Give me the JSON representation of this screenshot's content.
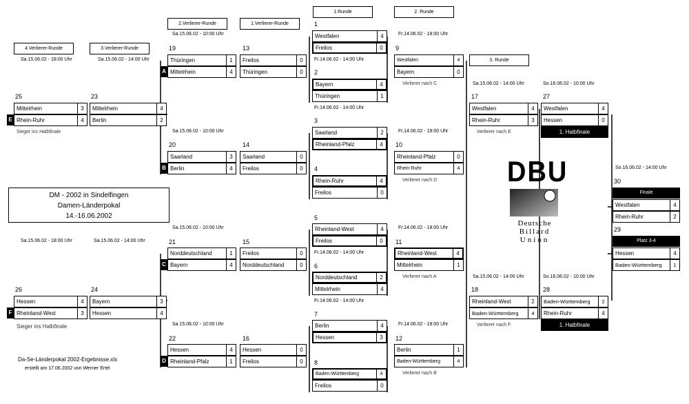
{
  "labels": {
    "r1": "1.Runde",
    "r2": "2. Runde",
    "r3": "3. Runde",
    "v1": "1.Verlierer-Runde",
    "v2": "2.Verlierer-Runde",
    "v3": "3.Verlierer-Runde",
    "v4": "4.Verlierer-Runde"
  },
  "dates": {
    "d1": "Sa.15.06.02 - 18:00 Uhr",
    "d2": "Sa.15.06.02 - 14:00 Uhr",
    "d3": "Sa.15.06.02 - 10:00 Uhr",
    "d4": "Fr.14.06.02 - 14:00 Uhr",
    "d5": "Fr.14.06.02 - 18:00 Uhr",
    "d6": "So.16.06.02 - 10:00 Uhr",
    "d7": "So.16.06.02 - 14:00 Uhr"
  },
  "matches": {
    "m1": {
      "no": "1",
      "a": "Westfalen",
      "as": "4",
      "b": "Freilos",
      "bs": "0"
    },
    "m2": {
      "no": "2",
      "a": "Bayern",
      "as": "4",
      "b": "Thüringen",
      "bs": "1"
    },
    "m3": {
      "no": "3",
      "a": "Saarland",
      "as": "2",
      "b": "Rheinland-Pfalz",
      "bs": "4"
    },
    "m4": {
      "no": "4",
      "a": "Rhein-Ruhr",
      "as": "4",
      "b": "Freilos",
      "bs": "0"
    },
    "m5": {
      "no": "5",
      "a": "Rheinland-West",
      "as": "4",
      "b": "Freilos",
      "bs": "0"
    },
    "m6": {
      "no": "6",
      "a": "Norddeutschland",
      "as": "2",
      "b": "Mittelrhein",
      "bs": "4"
    },
    "m7": {
      "no": "7",
      "a": "Berlin",
      "as": "4",
      "b": "Hessen",
      "bs": "3"
    },
    "m8": {
      "no": "8",
      "a": "Baden-Württemberg",
      "as": "4",
      "b": "Freilos",
      "bs": "0"
    },
    "m9": {
      "no": "9",
      "a": "Westfalen",
      "as": "4",
      "b": "Bayern",
      "bs": "0"
    },
    "m10": {
      "no": "10",
      "a": "Rheinland-Pfalz",
      "as": "0",
      "b": "Rhein-Ruhr",
      "bs": "4"
    },
    "m11": {
      "no": "11",
      "a": "Rheinland-West",
      "as": "4",
      "b": "Mittelrhein",
      "bs": "1"
    },
    "m12": {
      "no": "12",
      "a": "Berlin",
      "as": "1",
      "b": "Baden-Württemberg",
      "bs": "4"
    },
    "m13": {
      "no": "13",
      "a": "Freilos",
      "as": "0",
      "b": "Thüringen",
      "bs": "0"
    },
    "m14": {
      "no": "14",
      "a": "Saarland",
      "as": "0",
      "b": "Freilos",
      "bs": "0"
    },
    "m15": {
      "no": "15",
      "a": "Freilos",
      "as": "0",
      "b": "Norddeutschland",
      "bs": "0"
    },
    "m16": {
      "no": "16",
      "a": "Hessen",
      "as": "0",
      "b": "Freilos",
      "bs": "0"
    },
    "m17": {
      "no": "17",
      "a": "Westfalen",
      "as": "4",
      "b": "Rhein-Ruhr",
      "bs": "3"
    },
    "m18": {
      "no": "18",
      "a": "Rheinland-West",
      "as": "2",
      "b": "Baden-Württemberg",
      "bs": "4"
    },
    "m19": {
      "no": "19",
      "a": "Thüringen",
      "as": "1",
      "b": "Mittelrhein",
      "bs": "4"
    },
    "m20": {
      "no": "20",
      "a": "Saarland",
      "as": "3",
      "b": "Berlin",
      "bs": "4"
    },
    "m21": {
      "no": "21",
      "a": "Norddeutschland",
      "as": "1",
      "b": "Bayern",
      "bs": "4"
    },
    "m22": {
      "no": "22",
      "a": "Hessen",
      "as": "4",
      "b": "Rheinland-Pfalz",
      "bs": "1"
    },
    "m23": {
      "no": "23",
      "a": "Mittelrhein",
      "as": "4",
      "b": "Berlin",
      "bs": "2"
    },
    "m24": {
      "no": "24",
      "a": "Bayern",
      "as": "3",
      "b": "Hessen",
      "bs": "4"
    },
    "m25": {
      "no": "25",
      "a": "Mittelrhein",
      "as": "3",
      "b": "Rhein-Ruhr",
      "bs": "4"
    },
    "m26": {
      "no": "26",
      "a": "Hessen",
      "as": "4",
      "b": "Rheinland-West",
      "bs": "3"
    },
    "m27": {
      "no": "27",
      "a": "Westfalen",
      "as": "4",
      "b": "Hessen",
      "bs": "0"
    },
    "m28": {
      "no": "28",
      "a": "Baden-Württemberg",
      "as": "2",
      "b": "Rhein-Ruhr",
      "bs": "4"
    },
    "m29": {
      "no": "29",
      "a": "Hessen",
      "as": "4",
      "b": "Baden-Württemberg",
      "bs": "1"
    },
    "m30": {
      "no": "30",
      "a": "Westfalen",
      "as": "4",
      "b": "Rhein-Ruhr",
      "bs": "2"
    }
  },
  "notes": {
    "vC": "Verlierer nach C",
    "vD": "Verlierer nach D",
    "vA": "Verlierer nach A",
    "vB": "Verlierer nach B",
    "vE": "Verlierer nach E",
    "vF": "Verlierer nach F",
    "sieger1": "Sieger ins Halbfinale",
    "sieger2": "Sieger ins Halbfinale"
  },
  "tags": {
    "A": "A",
    "B": "B",
    "C": "C",
    "D": "D",
    "E": "E",
    "F": "F"
  },
  "black": {
    "hf1": "1. Halbfinale",
    "hf2": "1. Halbfinale",
    "finale": "Finale",
    "platz": "Platz 3-4"
  },
  "title": {
    "line1": "DM - 2002 in Sindelfingen",
    "line2": "Damen-Länderpokal",
    "line3": "14.-16.06.2002"
  },
  "logo": {
    "big": "DBU",
    "l1": "Deutsche",
    "l2": "Billard",
    "l3": "Union"
  },
  "footer": {
    "file": "Da-Se-Länderpokal 2002-Ergebnisse.xls",
    "created": "erstellt am 17.06.2002 von Werner Ertel"
  }
}
